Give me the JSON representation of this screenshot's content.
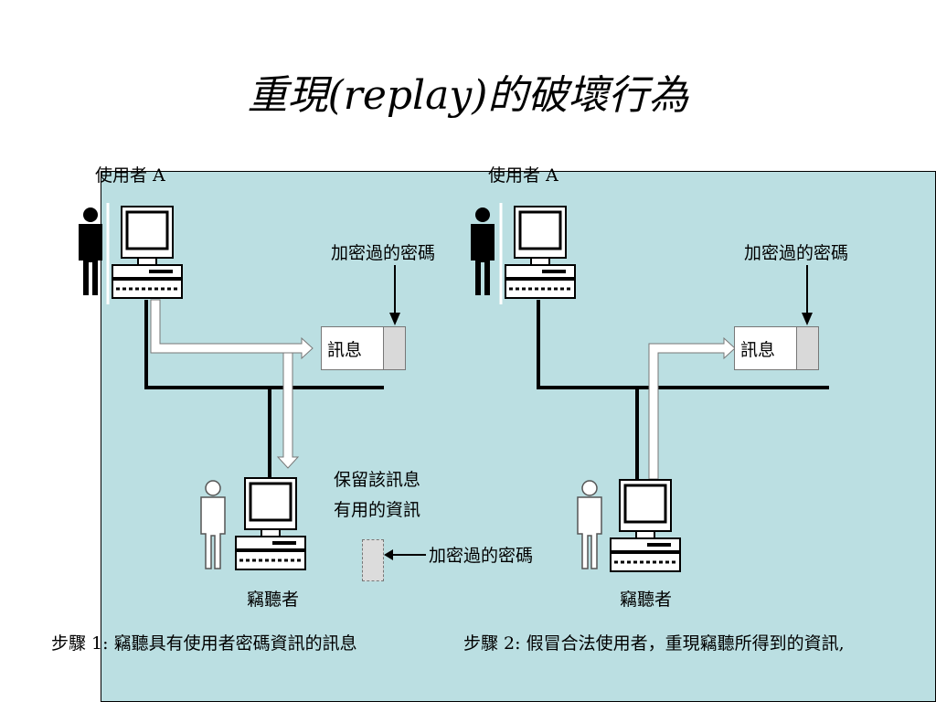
{
  "title": "重現(replay)的破壞行為",
  "left": {
    "user_label": "使用者 A",
    "encrypted_label": "加密過的密碼",
    "message_label": "訊息",
    "retain_line1": "保留該訊息",
    "retain_line2": "有用的資訊",
    "encrypted_label_2": "加密過的密碼",
    "eavesdropper_label": "竊聽者",
    "step": "步驟 1: 竊聽具有使用者密碼資訊的訊息"
  },
  "right": {
    "user_label": "使用者 A",
    "encrypted_label": "加密過的密碼",
    "message_label": "訊息",
    "eavesdropper_label": "竊聽者",
    "step": "步驟 2: 假冒合法使用者，重現竊聽所得到的資訊,"
  }
}
